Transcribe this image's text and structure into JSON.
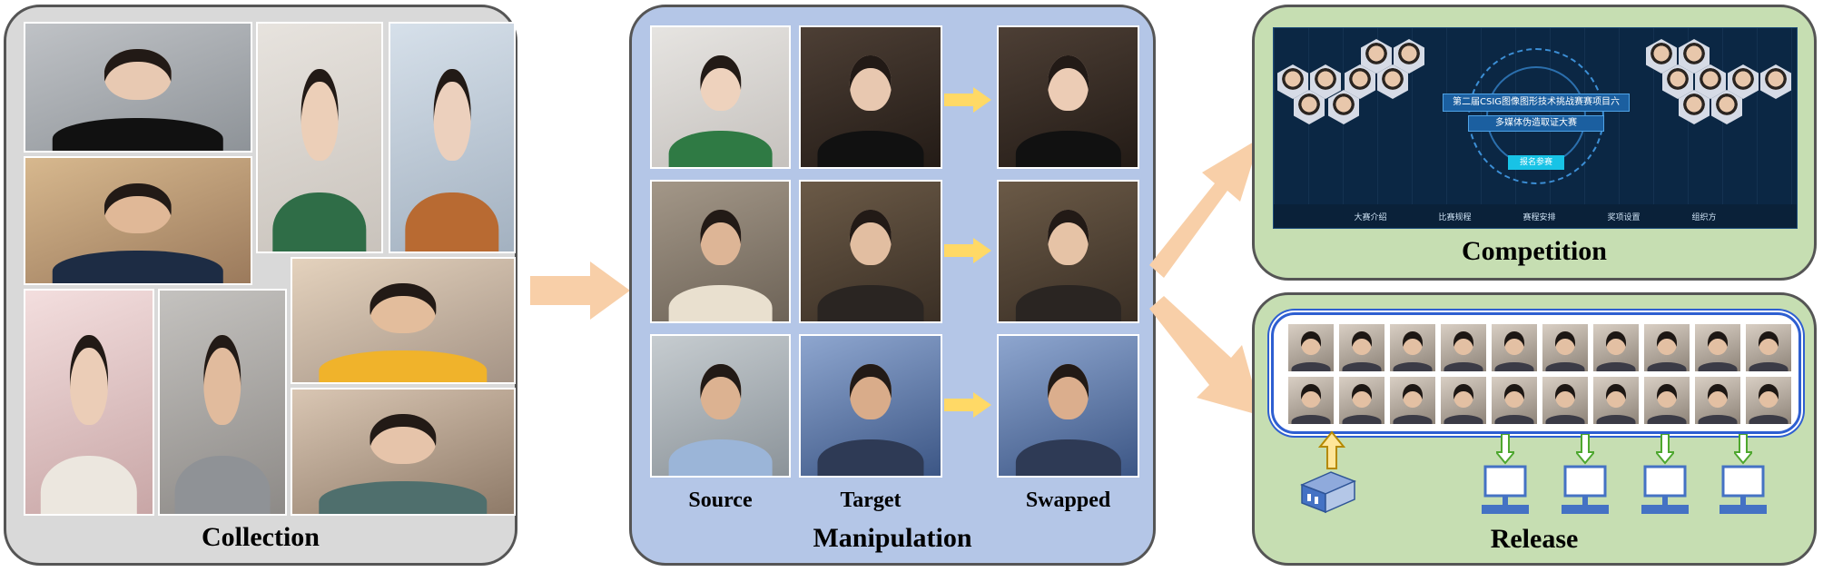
{
  "stages": {
    "collection": "Collection",
    "manipulation": "Manipulation",
    "competition": "Competition",
    "release": "Release"
  },
  "columns": {
    "source": "Source",
    "target": "Target",
    "swapped": "Swapped"
  },
  "competition_screen": {
    "title_line1": "第二届CSIG图像图形技术挑战赛赛项目六",
    "title_line2": "多媒体伪造取证大赛",
    "button": "报名参赛",
    "nav": [
      "大赛介绍",
      "比赛规程",
      "赛程安排",
      "奖项设置",
      "组织方"
    ]
  },
  "colors": {
    "collection_bg": "#d9d9d9",
    "manipulation_bg": "#b4c6e7",
    "competition_bg": "#c6deb2",
    "release_bg": "#c6deb2",
    "arrow_big": "#f8cfa8",
    "arrow_small": "#ffd966",
    "arrow_up": "#ffe699",
    "arrow_down_border": "#4ea72e",
    "computer": "#4472c4",
    "screen_bg": "#0b2744",
    "cloud_border": "#2e5fd1"
  }
}
